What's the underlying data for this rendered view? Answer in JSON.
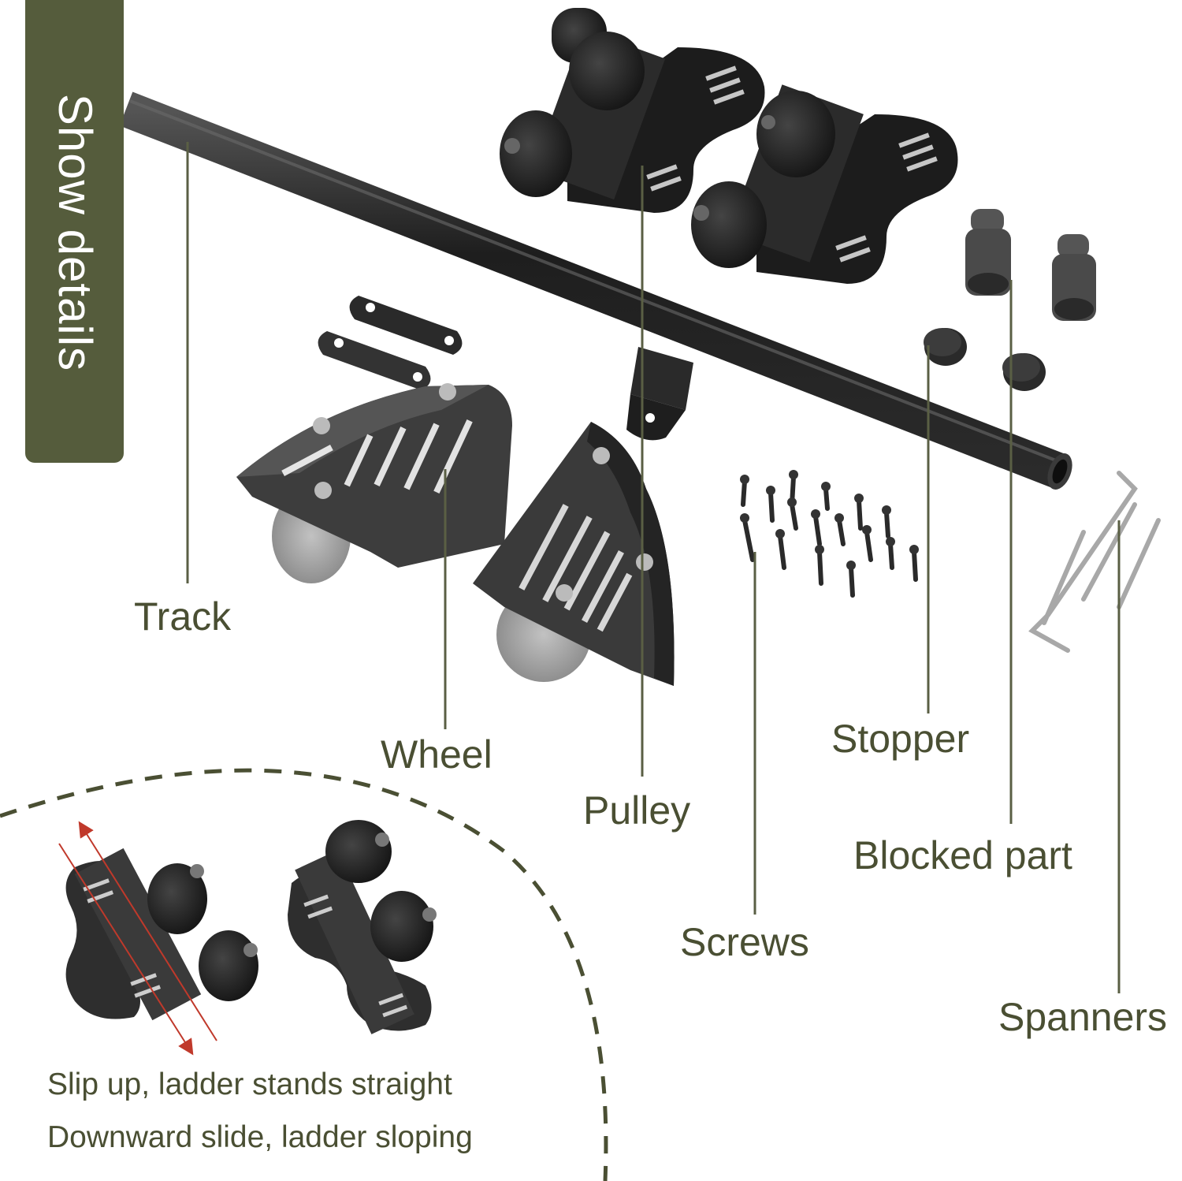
{
  "badge": {
    "text": "Show details",
    "color": "#555c3c"
  },
  "labels": {
    "track": "Track",
    "wheel": "Wheel",
    "pulley": "Pulley",
    "stopper": "Stopper",
    "blocked_part": "Blocked part",
    "screws": "Screws",
    "spanners": "Spanners"
  },
  "captions": {
    "line1": "Slip up, ladder stands straight",
    "line2": "Downward slide, ladder sloping"
  },
  "colors": {
    "label_text": "#4a4f33",
    "leader_line": "#5a5f44",
    "hardware": "#1d1d1f",
    "guide_arrow": "#c0392b"
  }
}
